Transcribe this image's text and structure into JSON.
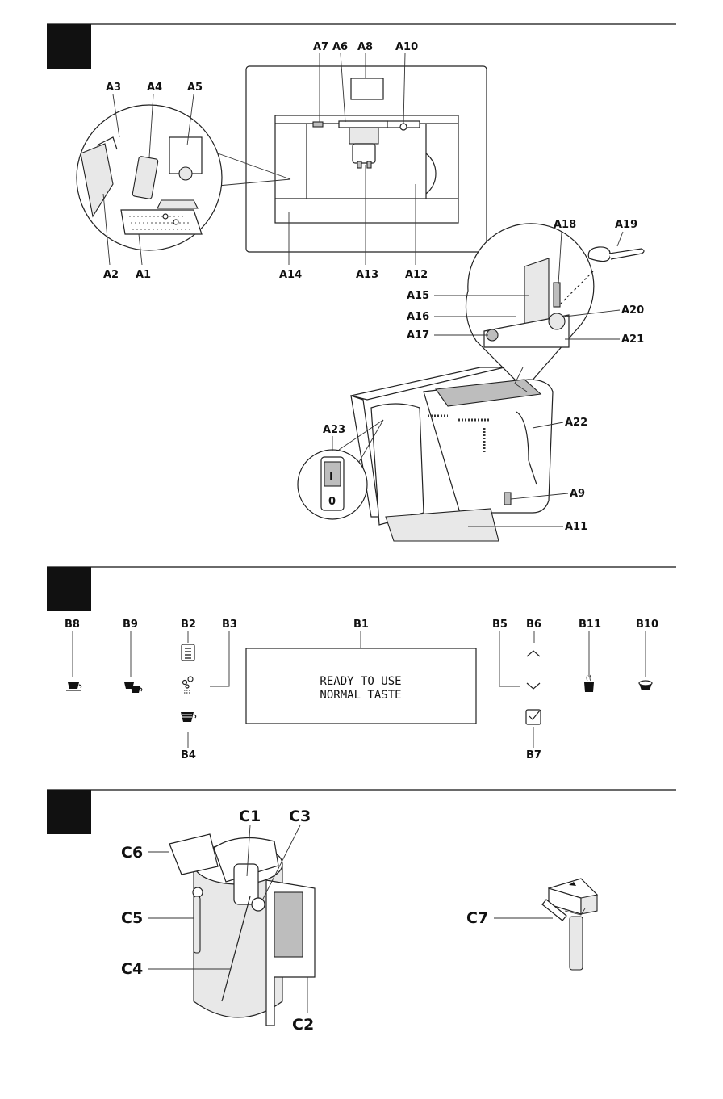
{
  "section_a": {
    "labels": {
      "a1": "A1",
      "a2": "A2",
      "a3": "A3",
      "a4": "A4",
      "a5": "A5",
      "a6": "A6",
      "a7": "A7",
      "a8": "A8",
      "a9": "A9",
      "a10": "A10",
      "a11": "A11",
      "a12": "A12",
      "a13": "A13",
      "a14": "A14",
      "a15": "A15",
      "a16": "A16",
      "a17": "A17",
      "a18": "A18",
      "a19": "A19",
      "a20": "A20",
      "a21": "A21",
      "a22": "A22",
      "a23": "A23"
    },
    "switch_on": "I",
    "switch_off": "0"
  },
  "section_b": {
    "labels": {
      "b1": "B1",
      "b2": "B2",
      "b3": "B3",
      "b4": "B4",
      "b5": "B5",
      "b6": "B6",
      "b7": "B7",
      "b8": "B8",
      "b9": "B9",
      "b10": "B10",
      "b11": "B11"
    },
    "display_line1": "READY TO USE",
    "display_line2": "NORMAL TASTE"
  },
  "section_c": {
    "labels": {
      "c1": "C1",
      "c2": "C2",
      "c3": "C3",
      "c4": "C4",
      "c5": "C5",
      "c6": "C6",
      "c7": "C7"
    }
  }
}
